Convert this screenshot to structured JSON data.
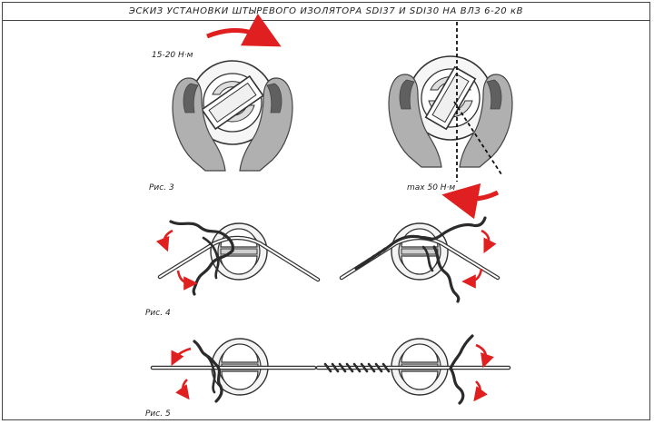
{
  "title": "ЭСКИЗ УСТАНОВКИ ШТЫРЕВОГО ИЗОЛЯТОРА SDI37 И SDI30 НА ВЛЗ 6-20 кВ",
  "torque_install": "15-20 Н·м",
  "torque_max": "max 50 Н·м",
  "figures": {
    "fig3": "Рис. 3",
    "fig4": "Рис. 4",
    "fig5": "Рис. 5"
  },
  "colors": {
    "arrow": "#e02020",
    "hand_fill": "#aeaeae",
    "hand_dark": "#5f5f5f",
    "outline": "#333333",
    "insulator": "#dddddd",
    "tie": "#2b2b2b"
  },
  "icons": [
    "rotate-arrow-icon",
    "hand-icon",
    "insulator-icon",
    "tie-wire-icon",
    "conductor-icon"
  ]
}
